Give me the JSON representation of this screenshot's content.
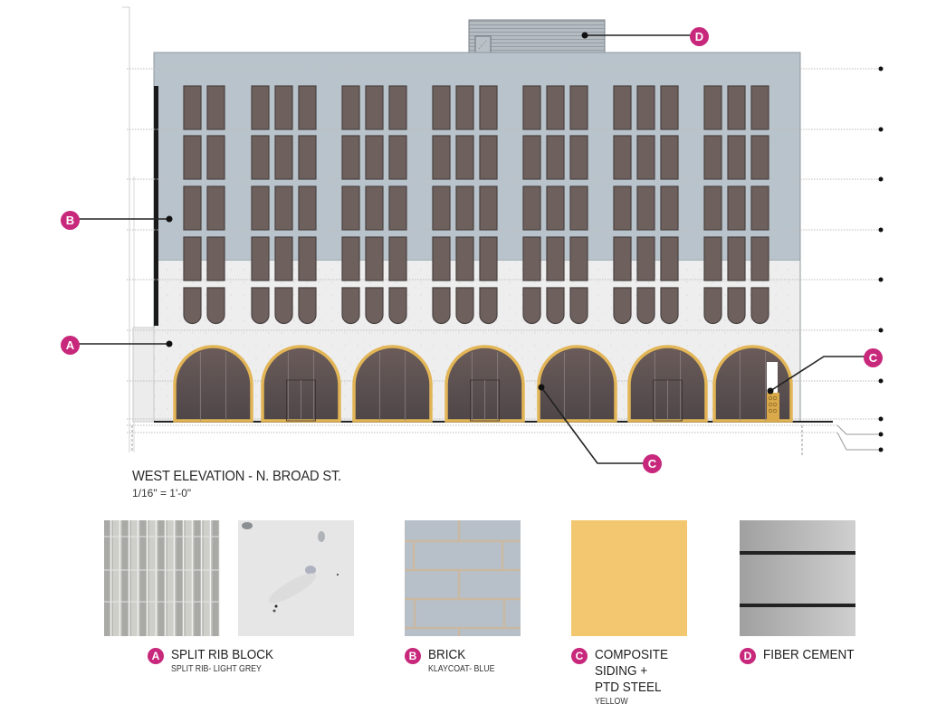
{
  "elevation": {
    "title": "WEST ELEVATION - N. BROAD ST.",
    "scale": "1/16\" = 1'-0\"",
    "callouts": [
      {
        "letter": "D",
        "target": "rooftop-penthouse"
      },
      {
        "letter": "B",
        "target": "upper-facade"
      },
      {
        "letter": "A",
        "target": "ground-facade"
      },
      {
        "letter": "C",
        "target": "storefront-arch-surround-right"
      },
      {
        "letter": "C",
        "target": "storefront-arch-surround-center"
      }
    ],
    "colors": {
      "callout": "#c8287c",
      "brick_blue": "#b9c3cb",
      "split_rib": "#eeeeee",
      "window": "#6d605d",
      "yellow": "#f3c76f",
      "fiber_cement": "#a8b0b6"
    },
    "bays": 7,
    "floors_above_ground": 5
  },
  "materials": [
    {
      "letter": "A",
      "name": "SPLIT RIB BLOCK",
      "detail": "SPLIT RIB- LIGHT GREY"
    },
    {
      "letter": "B",
      "name": "BRICK",
      "detail": "KLAYCOAT- BLUE"
    },
    {
      "letter": "C",
      "name": "COMPOSITE\nSIDING +\nPTD STEEL",
      "detail": "YELLOW"
    },
    {
      "letter": "D",
      "name": "FIBER CEMENT",
      "detail": ""
    }
  ]
}
